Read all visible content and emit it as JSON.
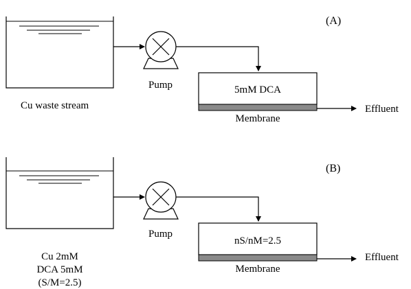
{
  "panel_a": {
    "label": "(A)",
    "tank_label": "Cu waste stream",
    "pump_label": "Pump",
    "reactor_text": "5mM DCA",
    "membrane_label": "Membrane",
    "effluent_label": "Effluent"
  },
  "panel_b": {
    "label": "(B)",
    "tank_label_line1": "Cu 2mM",
    "tank_label_line2": "DCA 5mM",
    "tank_label_line3": "(S/M=2.5)",
    "pump_label": "Pump",
    "reactor_text": "nS/nM=2.5",
    "membrane_label": "Membrane",
    "effluent_label": "Effluent"
  },
  "colors": {
    "line": "#000000",
    "membrane_fill": "#8a8a8a",
    "background": "#ffffff"
  }
}
